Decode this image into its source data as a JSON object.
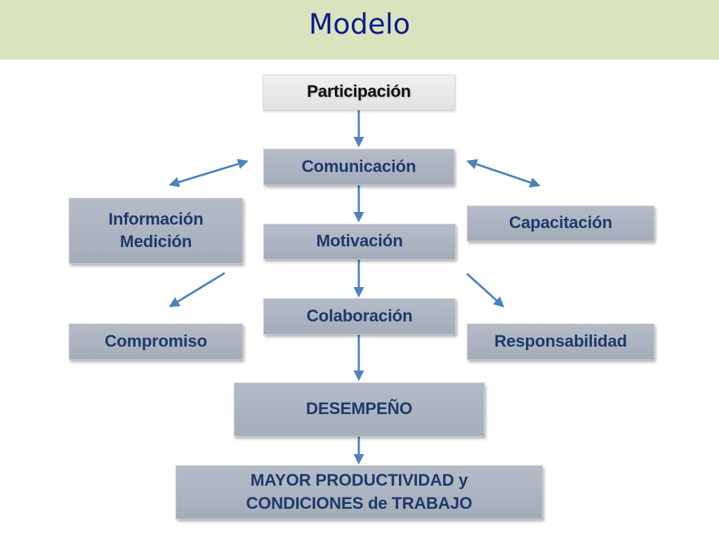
{
  "slide": {
    "title": "Modelo"
  },
  "diagram": {
    "participacion": "Participación",
    "comunicacion": "Comunicación",
    "motivacion": "Motivación",
    "colaboracion": "Colaboración",
    "informacion_line1": "Información",
    "informacion_line2": "Medición",
    "capacitacion": "Capacitación",
    "compromiso": "Compromiso",
    "responsabilidad": "Responsabilidad",
    "desempeno": "DESEMPEÑO",
    "resultado_line1": "MAYOR PRODUCTIVIDAD y",
    "resultado_line2": "CONDICIONES de TRABAJO"
  },
  "colors": {
    "header_bg": "#d7e4bd",
    "title": "#0e1a8c",
    "box_fill": "#aeb5c2",
    "box_text": "#1f3a6b",
    "arrow": "#4f81bd"
  }
}
